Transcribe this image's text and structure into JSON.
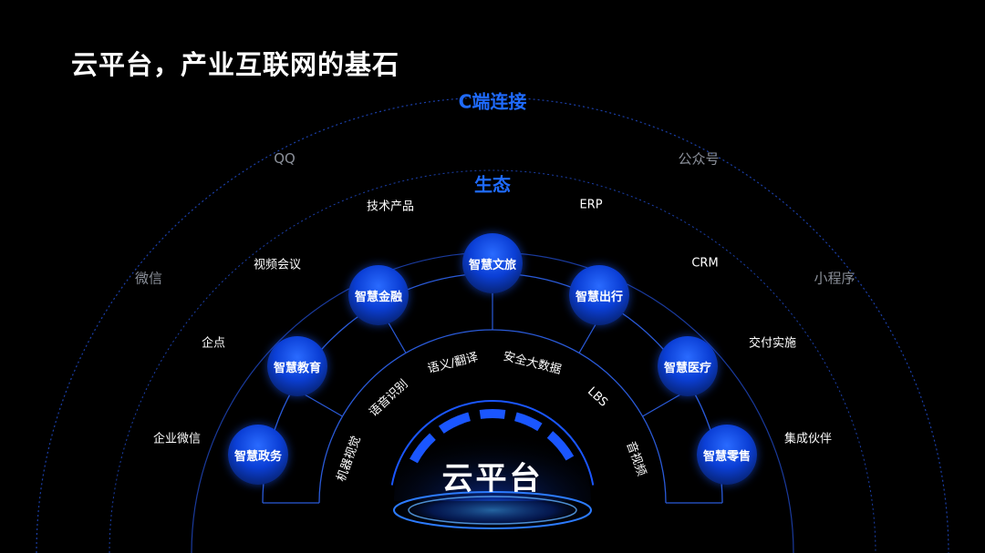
{
  "title": "云平台，产业互联网的基石",
  "rings": {
    "c_end": "C端连接",
    "ecosystem": "生态"
  },
  "outer_items": [
    "QQ",
    "公众号",
    "微信",
    "小程序"
  ],
  "middle_items": [
    "技术产品",
    "ERP",
    "视频会议",
    "CRM",
    "企点",
    "交付实施",
    "企业微信",
    "集成伙伴"
  ],
  "solutions": [
    "智慧文旅",
    "智慧金融",
    "智慧出行",
    "智慧教育",
    "智慧医疗",
    "智慧政务",
    "智慧零售"
  ],
  "technologies": [
    "机器视觉",
    "语音识别",
    "语义/翻译",
    "安全大数据",
    "LBS",
    "音视频"
  ],
  "core": "云平台",
  "colors": {
    "background": "#000000",
    "accent": "#1f6bff",
    "outer_text": "#8a8f99",
    "ring_line": "#1b3fa8"
  }
}
